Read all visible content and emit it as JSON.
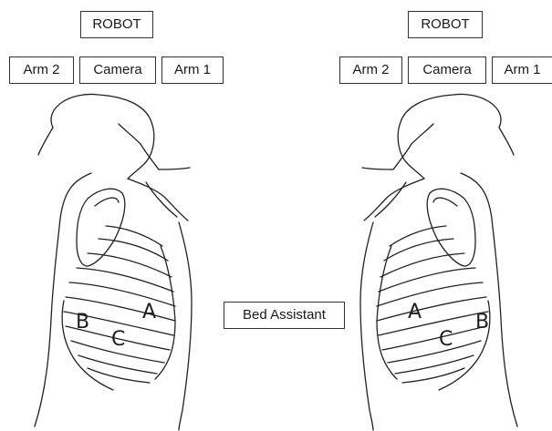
{
  "left_panel": {
    "robot_label": "ROBOT",
    "arm_left_label": "Arm 2",
    "camera_label": "Camera",
    "arm_right_label": "Arm 1",
    "ports": {
      "a": "A",
      "b": "B",
      "c": "C"
    }
  },
  "right_panel": {
    "robot_label": "ROBOT",
    "arm_left_label": "Arm 2",
    "camera_label": "Camera",
    "arm_right_label": "Arm 1",
    "ports": {
      "a": "A",
      "b": "B",
      "c": "C"
    }
  },
  "center": {
    "bed_assistant_label": "Bed Assistant"
  }
}
